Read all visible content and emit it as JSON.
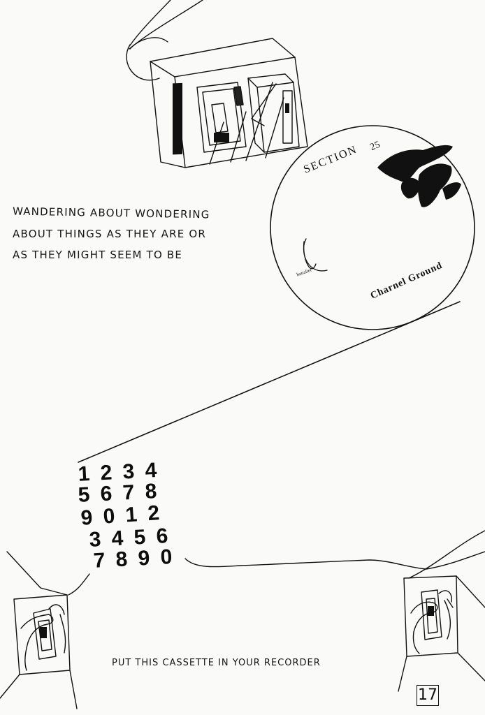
{
  "caption": {
    "line1": "WANDERING ABOUT WONDERING",
    "line2": "ABOUT THINGS AS THEY ARE OR",
    "line3": "AS THEY MIGHT SEEM TO BE"
  },
  "disc": {
    "section_text": "SECTION",
    "section_number": "25",
    "label_small": "hanaliet",
    "title": "Charnel Ground"
  },
  "number_grid": {
    "rows": [
      [
        "1",
        "2",
        "3",
        "4"
      ],
      [
        "5",
        "6",
        "7",
        "8"
      ],
      [
        "9",
        "0",
        "1",
        "2"
      ],
      [
        "3",
        "4",
        "5",
        "6"
      ],
      [
        "7",
        "8",
        "9",
        "0"
      ]
    ]
  },
  "instruction": "PUT THIS CASSETTE IN YOUR RECORDER",
  "page_number": "17",
  "icons": {
    "player": "cassette-player-icon",
    "hand_left": "hand-holding-cassette-icon",
    "hand_right": "hand-holding-cassette-icon"
  }
}
